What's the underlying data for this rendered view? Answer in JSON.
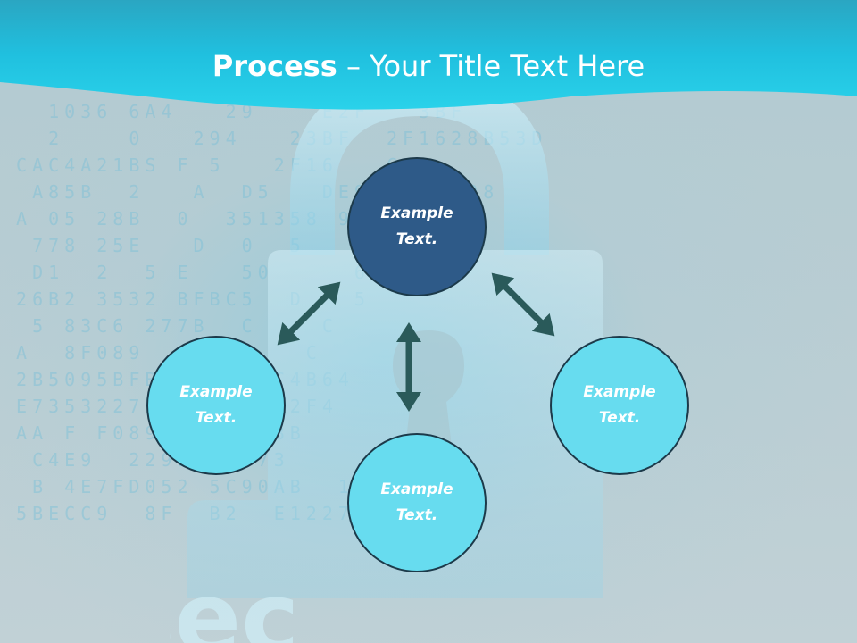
{
  "slide": {
    "title_bold": "Process",
    "title_rest": " – Your Title Text Here"
  },
  "nodes": {
    "top": {
      "line1": "Example",
      "line2": "Text."
    },
    "left": {
      "line1": "Example",
      "line2": "Text."
    },
    "right": {
      "line1": "Example",
      "line2": "Text."
    },
    "bottom": {
      "line1": "Example",
      "line2": "Text."
    }
  },
  "colors": {
    "header": "#22c3e0",
    "node_dark": "#2e5a88",
    "node_light": "#67dcef",
    "arrow": "#2a5a5a",
    "background": "#b9cdd3"
  }
}
